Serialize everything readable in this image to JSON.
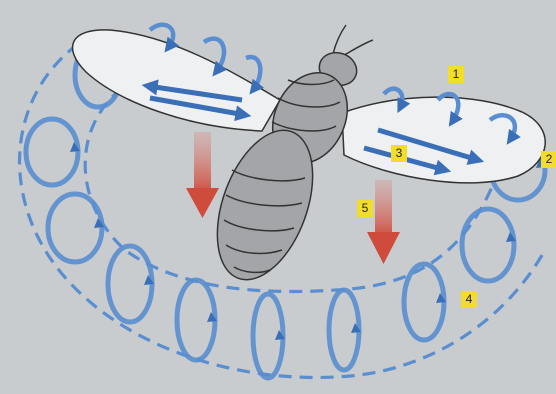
{
  "labels": [
    {
      "id": "label-1",
      "text": "1"
    },
    {
      "id": "label-2",
      "text": "2"
    },
    {
      "id": "label-3",
      "text": "3"
    },
    {
      "id": "label-4",
      "text": "4"
    },
    {
      "id": "label-5",
      "text": "5"
    }
  ],
  "colors": {
    "background": "#c9ccce",
    "wing": "#eef0f1",
    "body": "#a3a5a8",
    "outline": "#333333",
    "vortex": "#5a8ed0",
    "vortex_dark": "#3a6fb8",
    "downwash": "#cf4b3b",
    "label_bg": "#f2dc2c"
  },
  "icons": [
    "curved-arrow-vortex-icon",
    "straight-arrow-flow-icon",
    "downwash-arrow-icon"
  ]
}
